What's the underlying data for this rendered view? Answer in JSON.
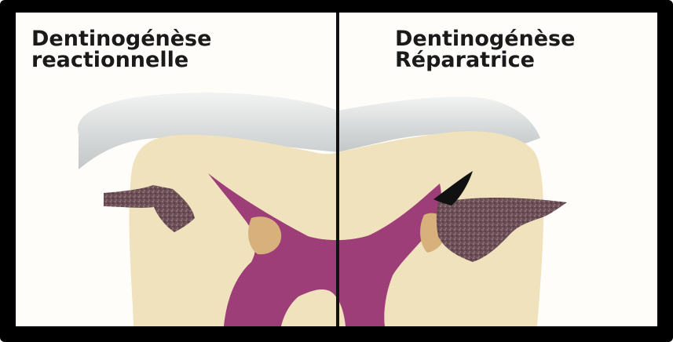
{
  "left_panel": {
    "title_line1": "Dentinogénèse",
    "title_line2": "reactionnelle"
  },
  "right_panel": {
    "title_line1": "Dentinogénèse",
    "title_line2": "Réparatrice"
  },
  "colors": {
    "frame": "#000000",
    "background": "#fefdf9",
    "enamel": "#d9dcdc",
    "dentin": "#efe2bd",
    "pulp": "#9e3e78",
    "tertiary_dentin": "#d8b07c",
    "carious_lesion": "#6b4e55",
    "necrotic_tip": "#111111",
    "divider": "#111111"
  }
}
